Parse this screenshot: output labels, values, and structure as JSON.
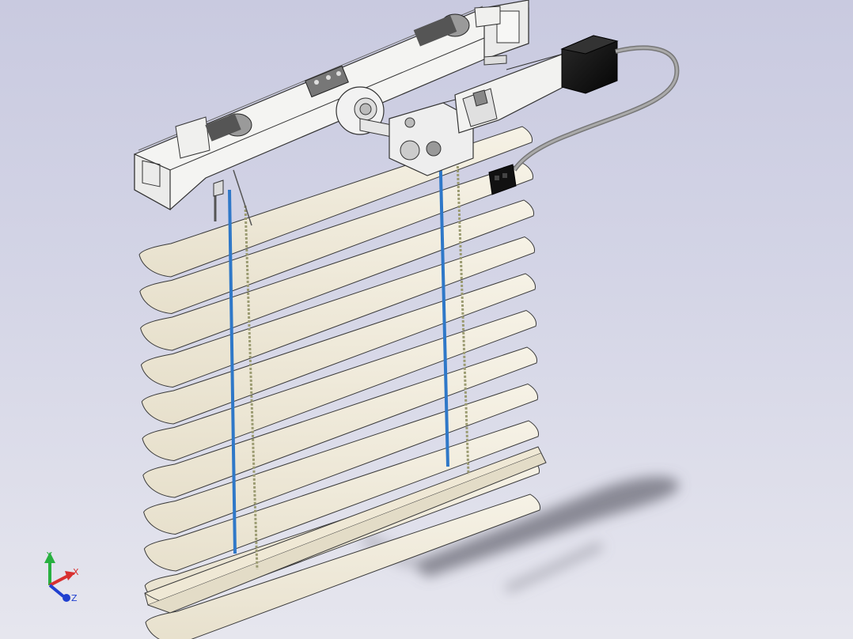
{
  "colors": {
    "background_top": "#c9cae0",
    "background_bottom": "#e6e6ee",
    "slat_fill": "#f1ecdc",
    "slat_edge": "#3a3a3a",
    "ladder_tape": "#2f78c8",
    "lift_cord": "#9a9a70",
    "headrail": "#f4f4f2",
    "motor": "#111111",
    "cable": "#8a8a8a",
    "axis_x": "#d83030",
    "axis_y": "#28b040",
    "axis_z": "#2040d0"
  },
  "assembly": {
    "slat_count": 11,
    "components": [
      "headrail",
      "drive-shaft",
      "gearbox",
      "stepper-motor",
      "cable",
      "connector",
      "slats",
      "ladder-tapes",
      "lift-cords",
      "bottom-rail",
      "shadow"
    ]
  },
  "triad": {
    "x_label": "X",
    "y_label": "Y",
    "z_label": "Z"
  }
}
